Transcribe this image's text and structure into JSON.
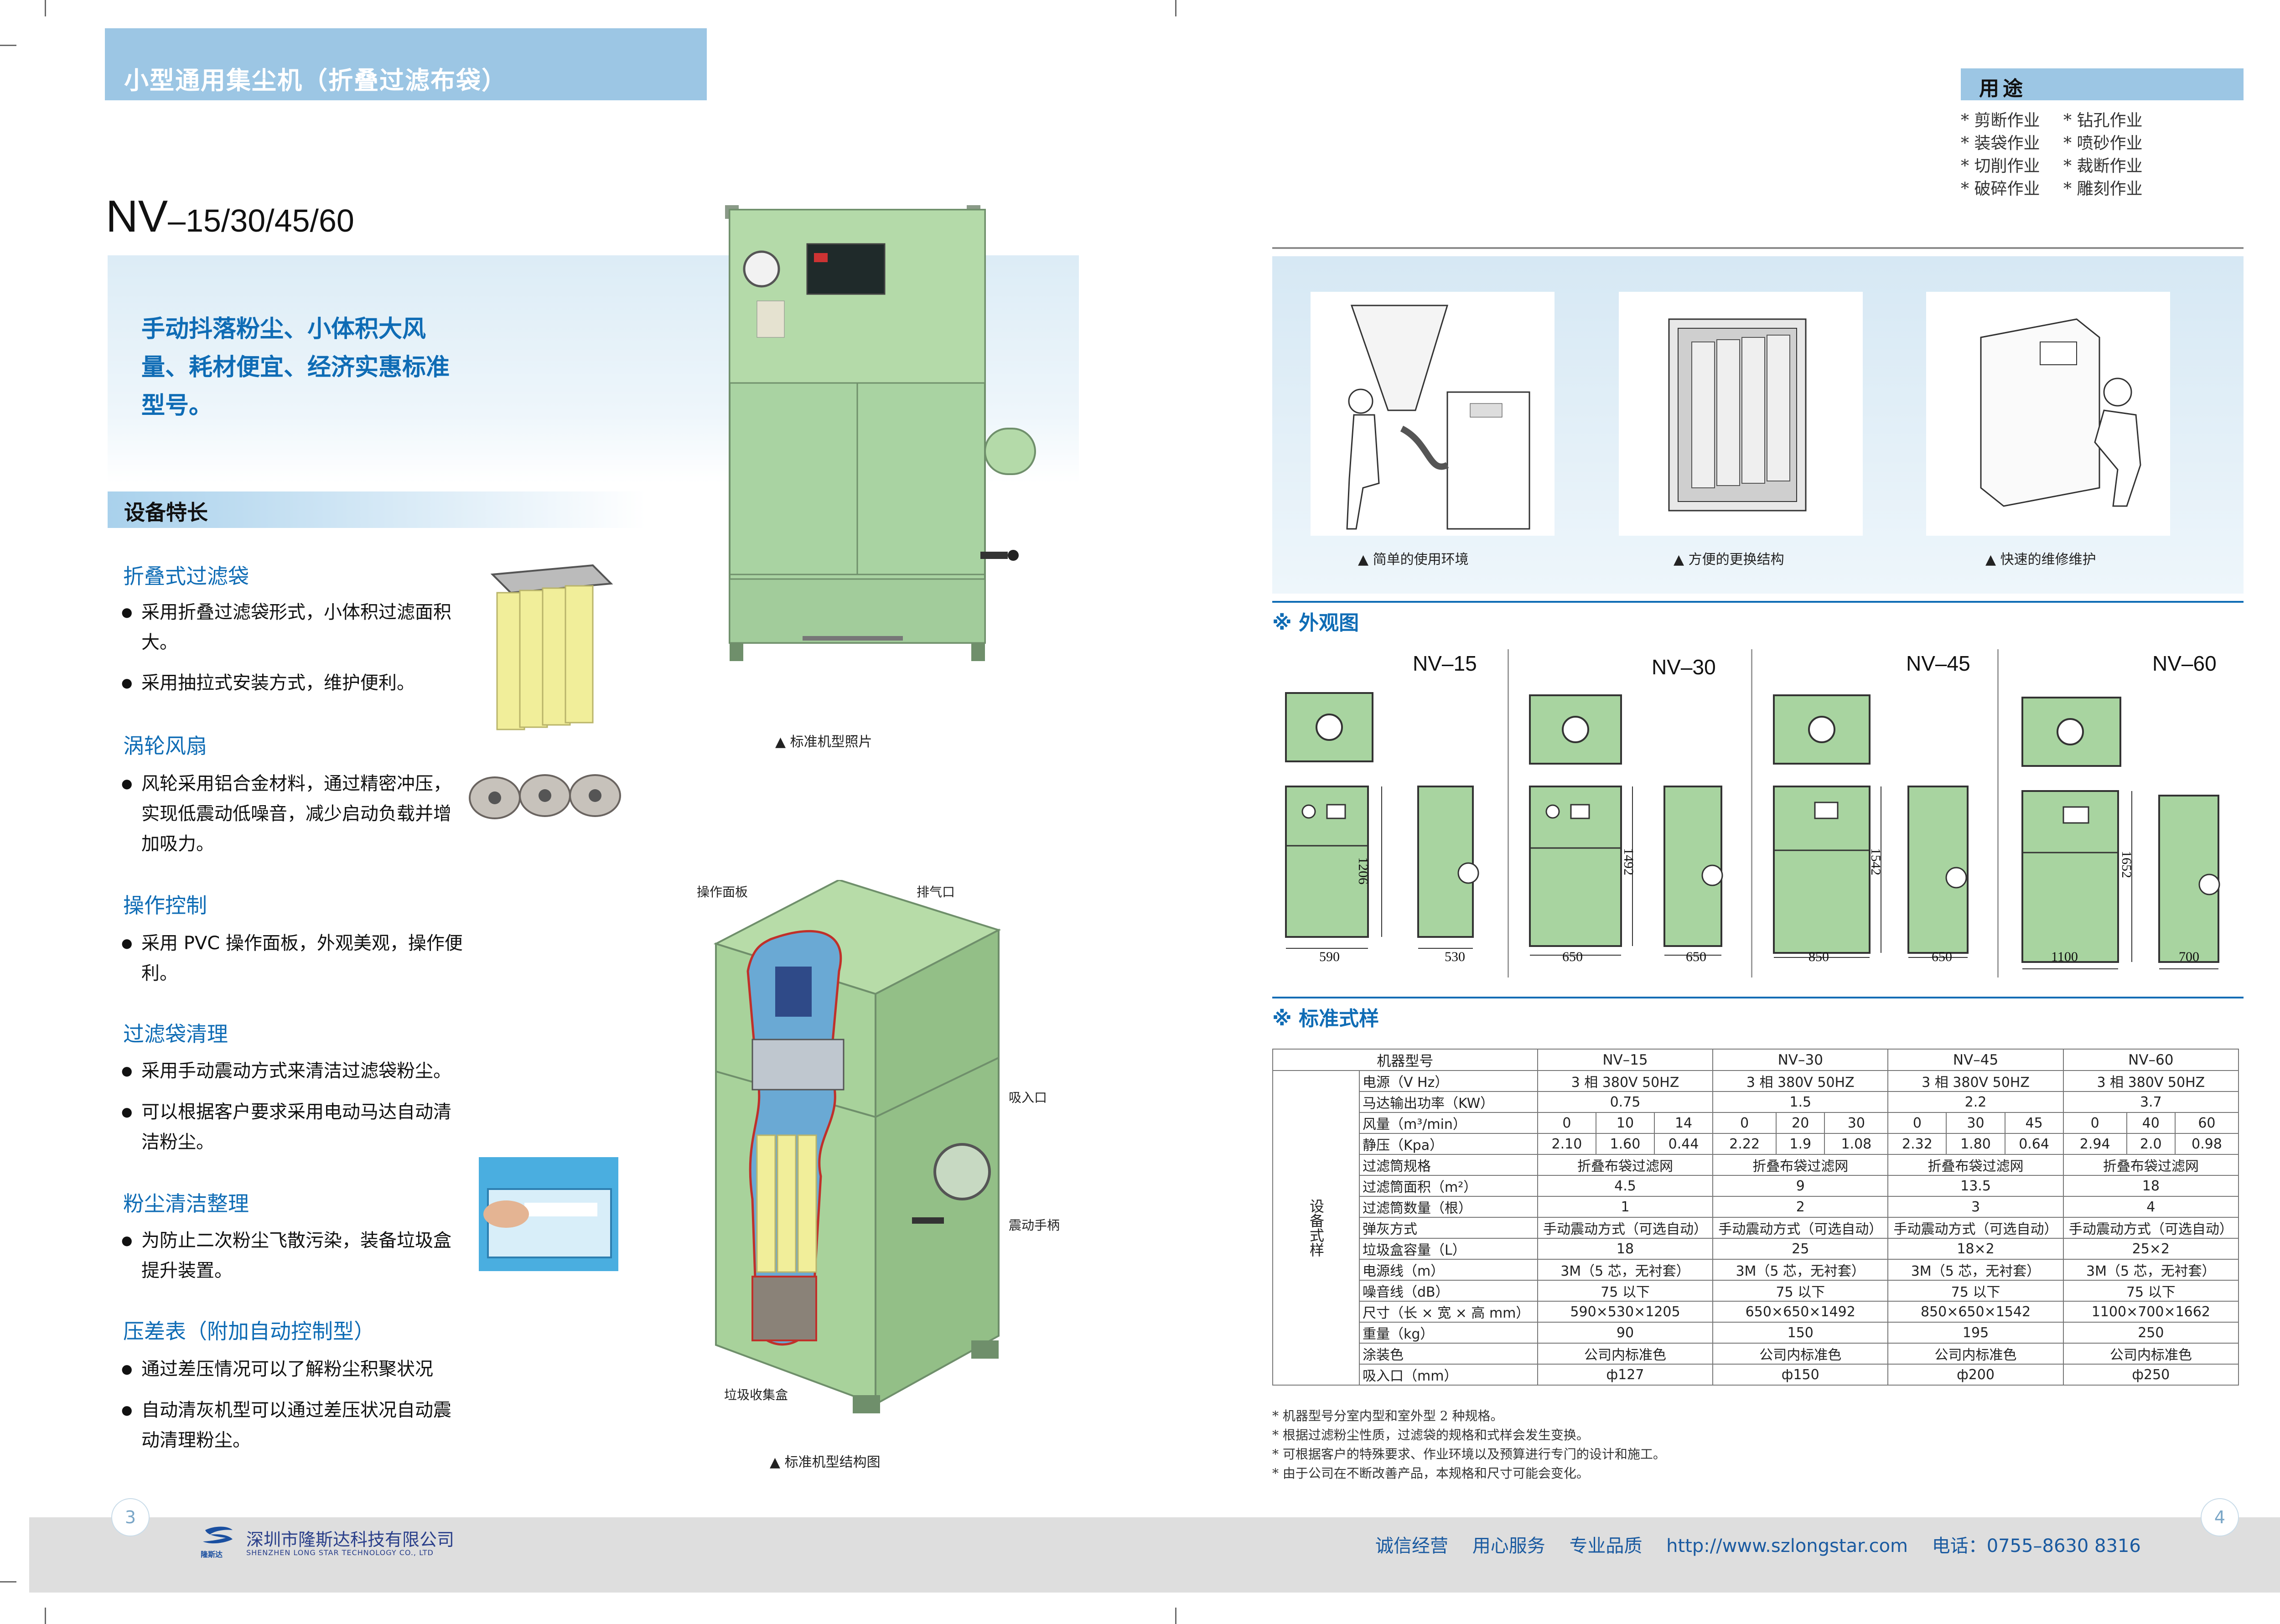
{
  "left_page": {
    "title": "小型通用集尘机（折叠过滤布袋）",
    "model_prefix": "NV",
    "model_suffix": "–15/30/45/60",
    "slogan": "手动抖落粉尘、小体积大风量、耗材便宜、经济实惠标准型号。",
    "features_heading": "设备特长",
    "photo_caption": "▲  标准机型照片",
    "structure_caption": "▲  标准机型结构图",
    "structure_labels": {
      "panel": "操作面板",
      "exhaust": "排气口",
      "inlet": "吸入口",
      "handle": "震动手柄",
      "dustbox": "垃圾收集盒"
    },
    "sections": [
      {
        "title": "折叠式过滤袋",
        "bullets": [
          "采用折叠过滤袋形式，小体积过滤面积大。",
          "采用抽拉式安装方式，维护便利。"
        ]
      },
      {
        "title": "涡轮风扇",
        "bullets": [
          "风轮采用铝合金材料，通过精密冲压，实现低震动低噪音，减少启动负载并增加吸力。"
        ]
      },
      {
        "title": "操作控制",
        "bullets": [
          "采用 PVC 操作面板，外观美观，操作便利。"
        ]
      },
      {
        "title": "过滤袋清理",
        "bullets": [
          "采用手动震动方式来清洁过滤袋粉尘。",
          "可以根据客户要求采用电动马达自动清洁粉尘。"
        ]
      },
      {
        "title": "粉尘清洁整理",
        "bullets": [
          "为防止二次粉尘飞散污染，装备垃圾盒提升装置。"
        ]
      },
      {
        "title": "压差表（附加自动控制型）",
        "bullets": [
          "通过差压情况可以了解粉尘积聚状况",
          "自动清灰机型可以通过差压状况自动震动清理粉尘。"
        ]
      }
    ],
    "page_number": "3"
  },
  "right_page": {
    "uses_heading": "用途",
    "uses": [
      "* 剪断作业",
      "* 钻孔作业",
      "* 装袋作业",
      "* 喷砂作业",
      "* 切削作业",
      "* 裁断作业",
      "* 破碎作业",
      "* 雕刻作业"
    ],
    "photo_captions": [
      "▲  简单的使用环境",
      "▲  方便的更换结构",
      "▲  快速的维修维护"
    ],
    "appearance_heading": "※ 外观图",
    "models": [
      {
        "name": "NV–15",
        "height": "1206",
        "width": "590",
        "depth": "530"
      },
      {
        "name": "NV–30",
        "height": "1492",
        "width": "650",
        "depth": "650"
      },
      {
        "name": "NV–45",
        "height": "1542",
        "width": "850",
        "depth": "650"
      },
      {
        "name": "NV–60",
        "height": "1652",
        "width": "1100",
        "depth": "700"
      }
    ],
    "spec_heading": "※ 标准式样",
    "spec_table": {
      "header": [
        "机器型号",
        "NV–15",
        "NV–30",
        "NV–45",
        "NV–60"
      ],
      "group_label": "设备式样",
      "rows": [
        {
          "label": "电源（V    Hz）",
          "cells": [
            "3 相 380V    50HZ",
            "3 相 380V    50HZ",
            "3 相 380V    50HZ",
            "3 相 380V    50HZ"
          ]
        },
        {
          "label": "马达输出功率（KW）",
          "cells": [
            "0.75",
            "1.5",
            "2.2",
            "3.7"
          ]
        },
        {
          "label": "风量（m³/min）",
          "split": [
            [
              "0",
              "10",
              "14"
            ],
            [
              "0",
              "20",
              "30"
            ],
            [
              "0",
              "30",
              "45"
            ],
            [
              "0",
              "40",
              "60"
            ]
          ]
        },
        {
          "label": "静压（Kpa）",
          "split": [
            [
              "2.10",
              "1.60",
              "0.44"
            ],
            [
              "2.22",
              "1.9",
              "1.08"
            ],
            [
              "2.32",
              "1.80",
              "0.64"
            ],
            [
              "2.94",
              "2.0",
              "0.98"
            ]
          ]
        },
        {
          "label": "过滤筒规格",
          "cells": [
            "折叠布袋过滤网",
            "折叠布袋过滤网",
            "折叠布袋过滤网",
            "折叠布袋过滤网"
          ]
        },
        {
          "label": "过滤筒面积（m²）",
          "cells": [
            "4.5",
            "9",
            "13.5",
            "18"
          ]
        },
        {
          "label": "过滤筒数量（根）",
          "cells": [
            "1",
            "2",
            "3",
            "4"
          ]
        },
        {
          "label": "弹灰方式",
          "cells": [
            "手动震动方式（可选自动）",
            "手动震动方式（可选自动）",
            "手动震动方式（可选自动）",
            "手动震动方式（可选自动）"
          ]
        },
        {
          "label": "垃圾盒容量（L）",
          "cells": [
            "18",
            "25",
            "18×2",
            "25×2"
          ]
        },
        {
          "label": "电源线（m）",
          "cells": [
            "3M（5 芯，无衬套）",
            "3M（5 芯，无衬套）",
            "3M（5 芯，无衬套）",
            "3M（5 芯，无衬套）"
          ]
        },
        {
          "label": "噪音线（dB）",
          "cells": [
            "75 以下",
            "75 以下",
            "75 以下",
            "75 以下"
          ]
        },
        {
          "label": "尺寸（长 × 宽 × 高 mm）",
          "cells": [
            "590×530×1205",
            "650×650×1492",
            "850×650×1542",
            "1100×700×1662"
          ]
        },
        {
          "label": "重量（kg）",
          "cells": [
            "90",
            "150",
            "195",
            "250"
          ]
        },
        {
          "label": "涂装色",
          "cells": [
            "公司内标准色",
            "公司内标准色",
            "公司内标准色",
            "公司内标准色"
          ]
        },
        {
          "label": "吸入口（mm）",
          "cells": [
            "ф127",
            "ф150",
            "ф200",
            "ф250"
          ]
        }
      ]
    },
    "notes": [
      "* 机器型号分室内型和室外型 2 种规格。",
      "* 根据过滤粉尘性质，过滤袋的规格和式样会发生变换。",
      "* 可根据客户的特殊要求、作业环境以及预算进行专门的设计和施工。",
      "* 由于公司在不断改善产品，本规格和尺寸可能会变化。"
    ],
    "page_number": "4"
  },
  "footer": {
    "company_cn": "深圳市隆斯达科技有限公司",
    "company_en": "SHENZHEN LONG STAR TECHNOLOGY CO., LTD",
    "logo_text": "隆斯达",
    "slogans": [
      "诚信经营",
      "用心服务",
      "专业品质"
    ],
    "url": "http://www.szlongstar.com",
    "phone": "电话：0755–8630 8316"
  },
  "colors": {
    "accent_blue": "#0f6cb5",
    "machine_green": "#a8d4a0",
    "title_bar": "#9cc6e4",
    "footer_gray": "#dedede"
  }
}
